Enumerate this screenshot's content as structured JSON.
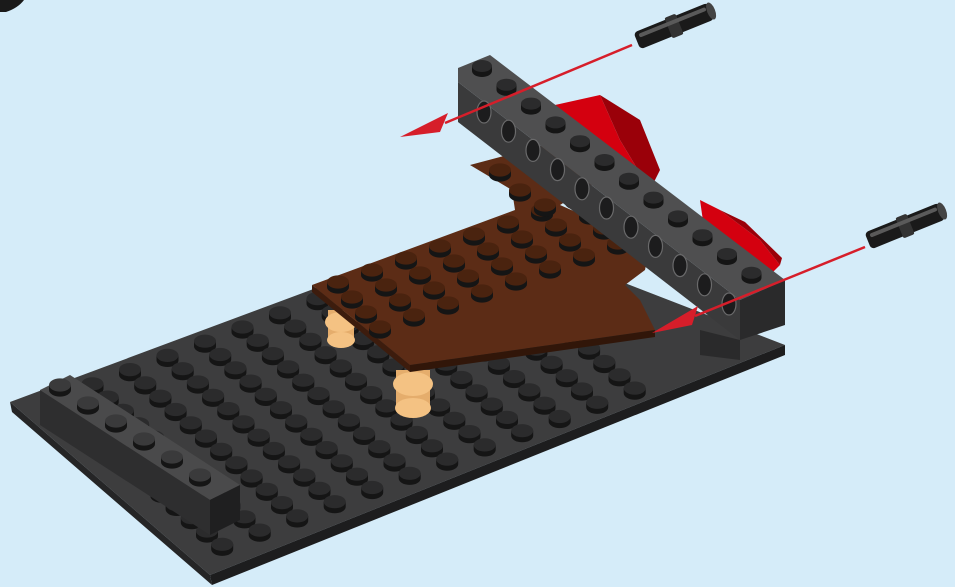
{
  "instruction": {
    "background_color": "#d5ecf9",
    "colors": {
      "baseplate": "#3d3d3e",
      "baseplate_dark": "#252526",
      "stud": "#2b2b2c",
      "technic_brick": "#474748",
      "brown_plate": "#5c2c16",
      "brown_stud": "#4a230f",
      "tan_support": "#f4c283",
      "red_accent": "#d4000f",
      "pin": "#1a1a1a",
      "arrow": "#d61e2a"
    },
    "parts": {
      "baseplate": "black-baseplate",
      "technic_brick": "black-technic-brick-with-holes",
      "brown_plate": "reddish-brown-plate",
      "support_cones": "tan-support-cones",
      "red_parts": "red-wedge-pieces",
      "pins": "black-technic-pins",
      "arrows": "red-insertion-arrows"
    }
  }
}
